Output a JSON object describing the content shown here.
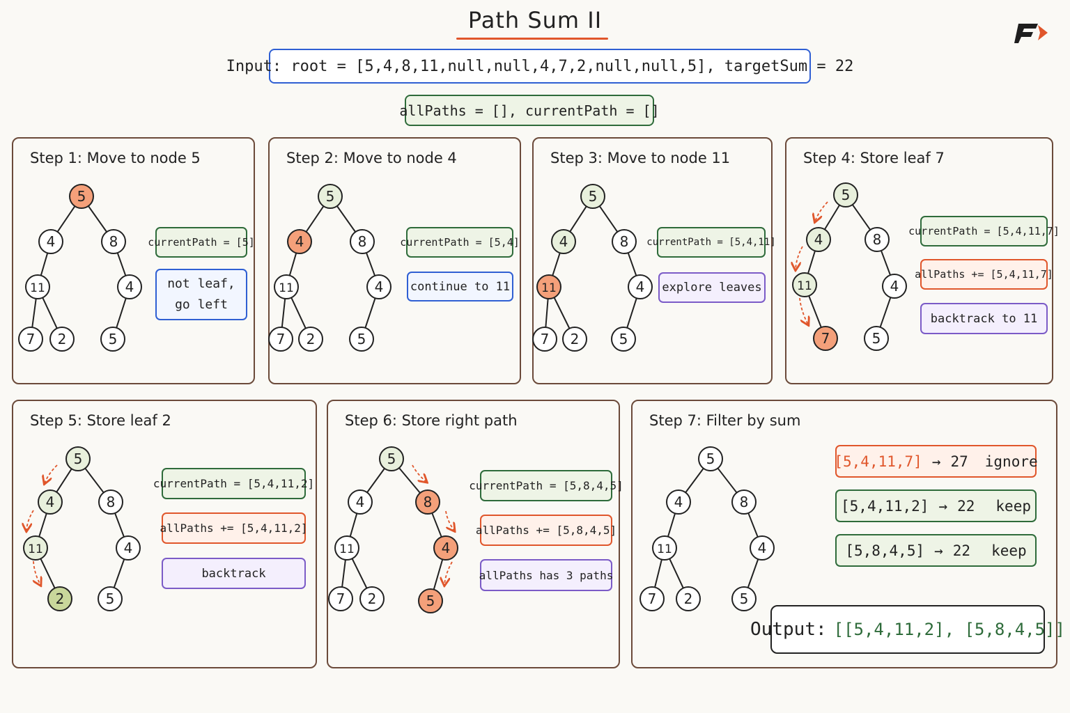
{
  "title": "Path Sum II",
  "input_text": "Input: root = [5,4,8,11,null,null,4,7,2,null,null,5], targetSum = 22",
  "init_text": "allPaths = [], currentPath = []",
  "colors": {
    "orange": "#f4a07a",
    "orange_stroke": "#e0562b",
    "green": "#e8f0dc",
    "green_stroke": "#2e6b3a",
    "olive": "#c9d79b",
    "purple": "#7b5bc7",
    "blue": "#2f5fd3"
  },
  "steps": [
    {
      "title": "Step 1: Move to node 5",
      "tags": [
        {
          "text": "currentPath = [5]",
          "style": "green"
        },
        {
          "text": "not leaf,\ngo left",
          "style": "blue"
        }
      ]
    },
    {
      "title": "Step 2: Move to node 4",
      "tags": [
        {
          "text": "currentPath = [5,4]",
          "style": "green"
        },
        {
          "text": "continue to 11",
          "style": "blue"
        }
      ]
    },
    {
      "title": "Step 3: Move to node 11",
      "tags": [
        {
          "text": "currentPath = [5,4,11]",
          "style": "green"
        },
        {
          "text": "explore leaves",
          "style": "purple"
        }
      ]
    },
    {
      "title": "Step 4: Store leaf 7",
      "tags": [
        {
          "text": "currentPath = [5,4,11,7]",
          "style": "green"
        },
        {
          "text": "allPaths += [5,4,11,7]",
          "style": "orange"
        },
        {
          "text": "backtrack to 11",
          "style": "purple"
        }
      ]
    },
    {
      "title": "Step 5: Store leaf 2",
      "tags": [
        {
          "text": "currentPath = [5,4,11,2]",
          "style": "green"
        },
        {
          "text": "allPaths += [5,4,11,2]",
          "style": "orange"
        },
        {
          "text": "backtrack",
          "style": "purple"
        }
      ]
    },
    {
      "title": "Step 6: Store right path",
      "tags": [
        {
          "text": "currentPath = [5,8,4,5]",
          "style": "green"
        },
        {
          "text": "allPaths += [5,8,4,5]",
          "style": "orange"
        },
        {
          "text": "allPaths has 3 paths",
          "style": "purple"
        }
      ]
    },
    {
      "title": "Step 7: Filter by sum",
      "tags": []
    }
  ],
  "tree_values": {
    "root": "5",
    "l": "4",
    "r": "8",
    "ll": "11",
    "rr": "4",
    "lll": "7",
    "llr": "2",
    "rrl": "5"
  },
  "results": [
    {
      "path": "[5,4,11,7]",
      "sum": "27",
      "verdict": "ignore",
      "status": "ignore"
    },
    {
      "path": "[5,4,11,2]",
      "sum": "22",
      "verdict": "keep",
      "status": "keep"
    },
    {
      "path": "[5,8,4,5]",
      "sum": "22",
      "verdict": "keep",
      "status": "keep"
    }
  ],
  "arrow_symbol": "→",
  "output_label": "Output:",
  "output_value": "[[5,4,11,2], [5,8,4,5]]"
}
